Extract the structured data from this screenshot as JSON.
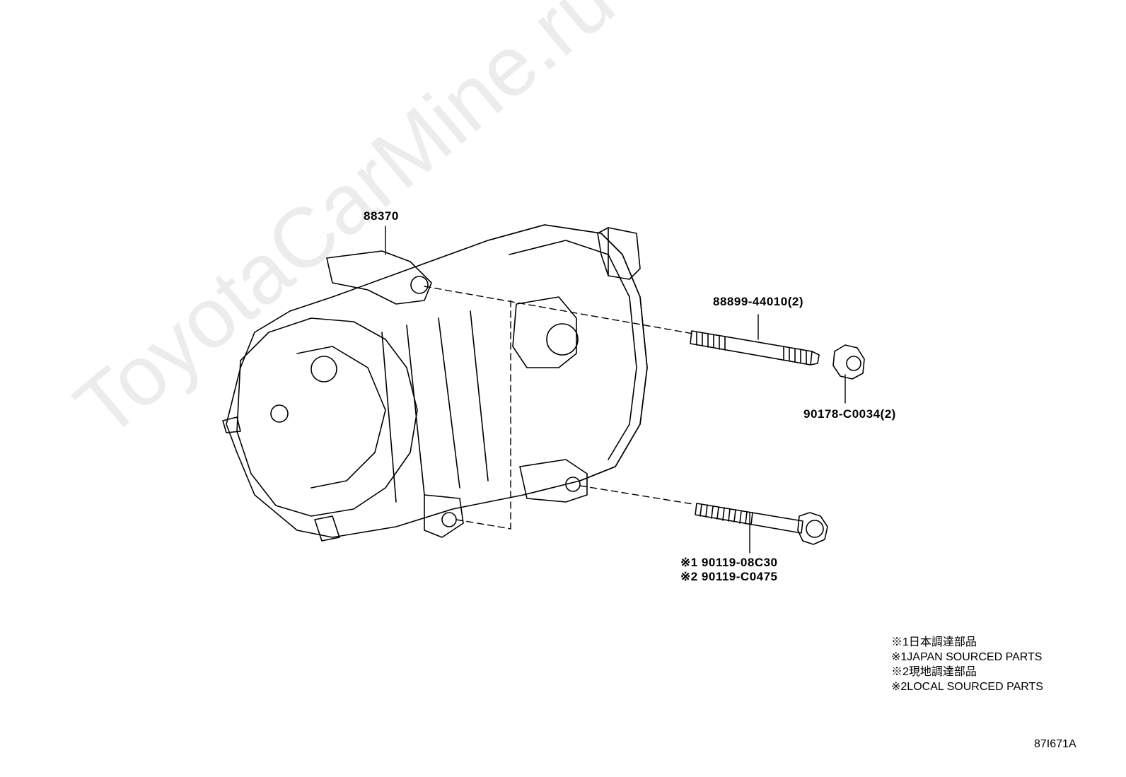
{
  "watermark": "ToyotaCarMine.ru",
  "parts": {
    "compressor": "88370",
    "stud_bolt": "88899-44010(2)",
    "nut": "90178-C0034(2)",
    "bolt_1": "※1 90119-08C30",
    "bolt_2": "※2 90119-C0475"
  },
  "notes": [
    "※1日本調達部品",
    "※1JAPAN SOURCED PARTS",
    "※2現地調達部品",
    "※2LOCAL SOURCED PARTS"
  ],
  "figure_code": "87I671A"
}
